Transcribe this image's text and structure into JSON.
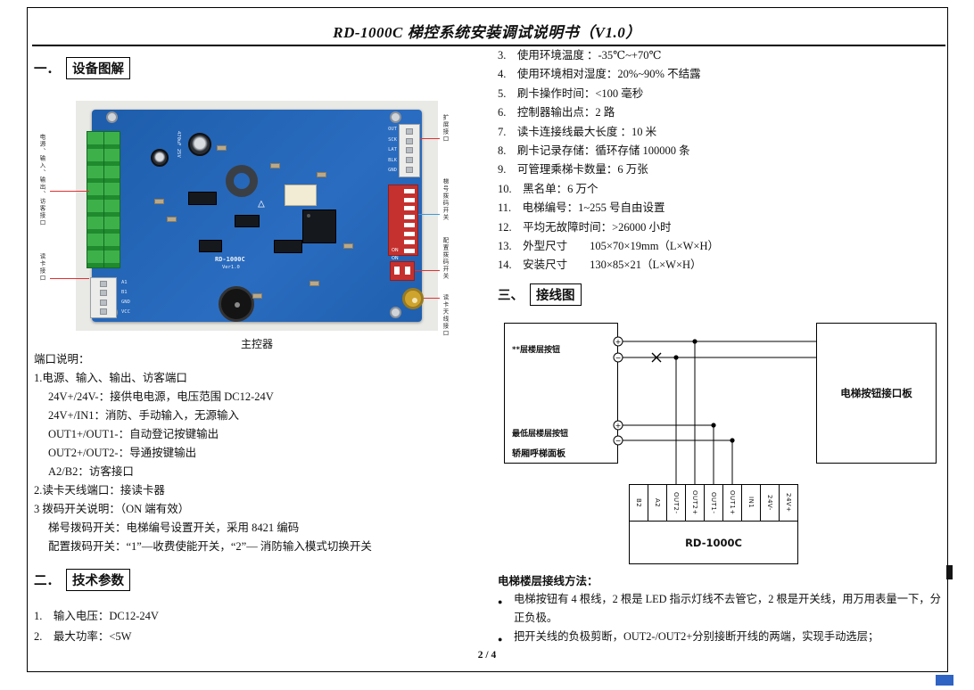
{
  "header": {
    "title": "RD-1000C 梯控系统安装调试说明书（V1.0）"
  },
  "footer": {
    "page_number": "2 / 4"
  },
  "left": {
    "section1": {
      "no": "一．",
      "title": "设备图解"
    },
    "board": {
      "caption": "主控器",
      "silkscreen_model": "RD-1000C",
      "silkscreen_ver": "Ver1.0",
      "cap_label": "470uF 25V",
      "dip_on_label": "ON",
      "triangle_mark": "△",
      "pins_top_right": [
        "OUT",
        "SCK",
        "LAT",
        "BLK",
        "GND"
      ],
      "pins_bottom_left": [
        "A1",
        "B1",
        "GND",
        "VCC"
      ],
      "callouts_left": [
        "电源、输入、输出、访客接口",
        "读卡接口"
      ],
      "callouts_right": [
        "扩展接口",
        "梯号拨码开关",
        "配置拨码开关",
        "读卡天线接口"
      ]
    },
    "port_desc_title": "端口说明：",
    "port_lines": [
      "1.电源、输入、输出、访客端口",
      "24V+/24V-：接供电电源，电压范围 DC12-24V",
      "24V+/IN1：消防、手动输入，无源输入",
      "OUT1+/OUT1-：自动登记按键输出",
      "OUT2+/OUT2-：导通按键输出",
      "A2/B2：访客接口",
      "2.读卡天线端口：接读卡器",
      "3 拨码开关说明：（ON 端有效）",
      "梯号拨码开关：电梯编号设置开关，采用 8421 编码",
      "配置拨码开关：“1”—收费使能开关，“2”— 消防输入模式切换开关"
    ],
    "section2": {
      "no": "二．",
      "title": "技术参数"
    },
    "params": [
      "1.　输入电压：DC12-24V",
      "2.　最大功率：<5W"
    ]
  },
  "right": {
    "params": [
      "3.　使用环境温度 ：-35℃~+70℃",
      "4.　使用环境相对湿度：20%~90% 不结露",
      "5.　刷卡操作时间：<100 毫秒",
      "6.　控制器输出点：2 路",
      "7.　读卡连接线最大长度 ：10 米",
      "8.　刷卡记录存储：循环存储 100000 条",
      "9.　可管理乘梯卡数量：6 万张",
      "10.　黑名单：6 万个",
      "11.　电梯编号：1~255 号自由设置",
      "12.　平均无故障时间：>26000 小时",
      "13.　外型尺寸　　105×70×19mm（L×W×H）",
      "14.　安装尺寸　　130×85×21（L×W×H）"
    ],
    "section3": {
      "no": "三、",
      "title": "接线图"
    },
    "diagram": {
      "panel_top_label": "**层楼层按钮",
      "panel_bottom_label": "最低层楼层按钮",
      "panel_caption": "轿厢呼梯面板",
      "interface_board_label": "电梯按钮接口板",
      "controller_label": "RD-1000C",
      "terminals": [
        "B2",
        "A2",
        "OUT2-",
        "OUT2+",
        "OUT1-",
        "OUT1+",
        "IN1",
        "24V-",
        "24V+"
      ],
      "plus": "+",
      "minus": "−"
    },
    "method_title": "电梯楼层接线方法：",
    "bullet_char": "●",
    "bullets": [
      "电梯按钮有 4 根线，2 根是 LED 指示灯线不去管它，2 根是开关线，用万用表量一下，分正负极。",
      "把开关线的负极剪断，OUT2-/OUT2+分别接断开线的两端，实现手动选层；"
    ]
  }
}
